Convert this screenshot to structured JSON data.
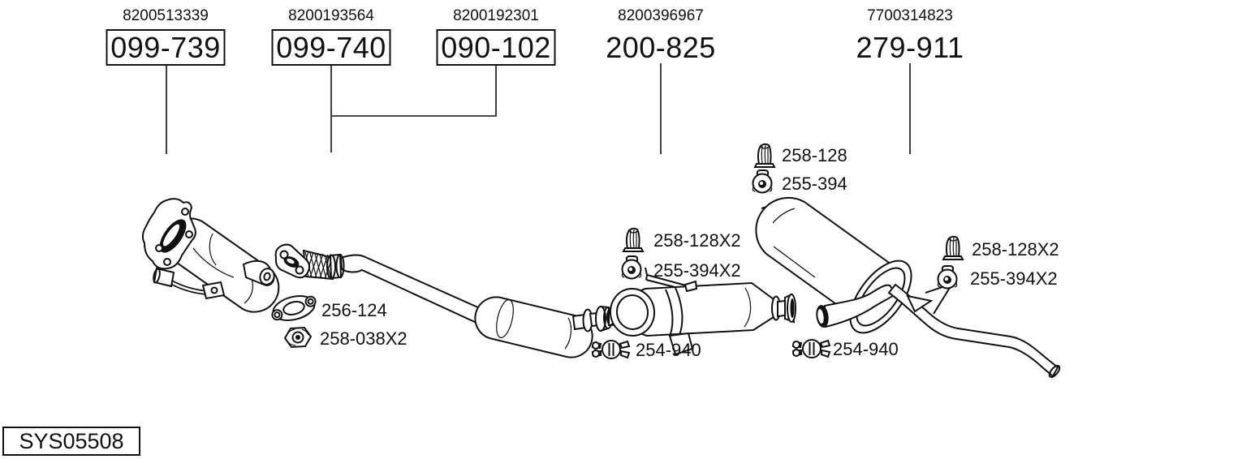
{
  "diagram": {
    "id_label": "SYS05508",
    "ink_color": "#111111",
    "background_color": "#ffffff"
  },
  "refs": [
    {
      "oem": "8200513339",
      "code": "099-739",
      "boxed": true
    },
    {
      "oem": "8200193564",
      "code": "099-740",
      "boxed": true
    },
    {
      "oem": "8200192301",
      "code": "090-102",
      "boxed": true
    },
    {
      "oem": "8200396967",
      "code": "200-825",
      "boxed": false
    },
    {
      "oem": "7700314823",
      "code": "279-911",
      "boxed": false
    }
  ],
  "labels": [
    {
      "code": "258-128",
      "icon": "hanger-bracket-icon"
    },
    {
      "code": "255-394",
      "icon": "rubber-mount-icon"
    },
    {
      "code": "258-128X2",
      "icon": "hanger-bracket-icon"
    },
    {
      "code": "255-394X2",
      "icon": "rubber-mount-icon"
    },
    {
      "code": "256-124",
      "icon": "gasket-icon"
    },
    {
      "code": "258-038X2",
      "icon": "nut-icon"
    },
    {
      "code": "254-940",
      "icon": "clamp-icon"
    },
    {
      "code": "254-940",
      "icon": "clamp-icon"
    },
    {
      "code": "258-128X2",
      "icon": "hanger-bracket-icon"
    },
    {
      "code": "255-394X2",
      "icon": "rubber-mount-icon"
    }
  ]
}
